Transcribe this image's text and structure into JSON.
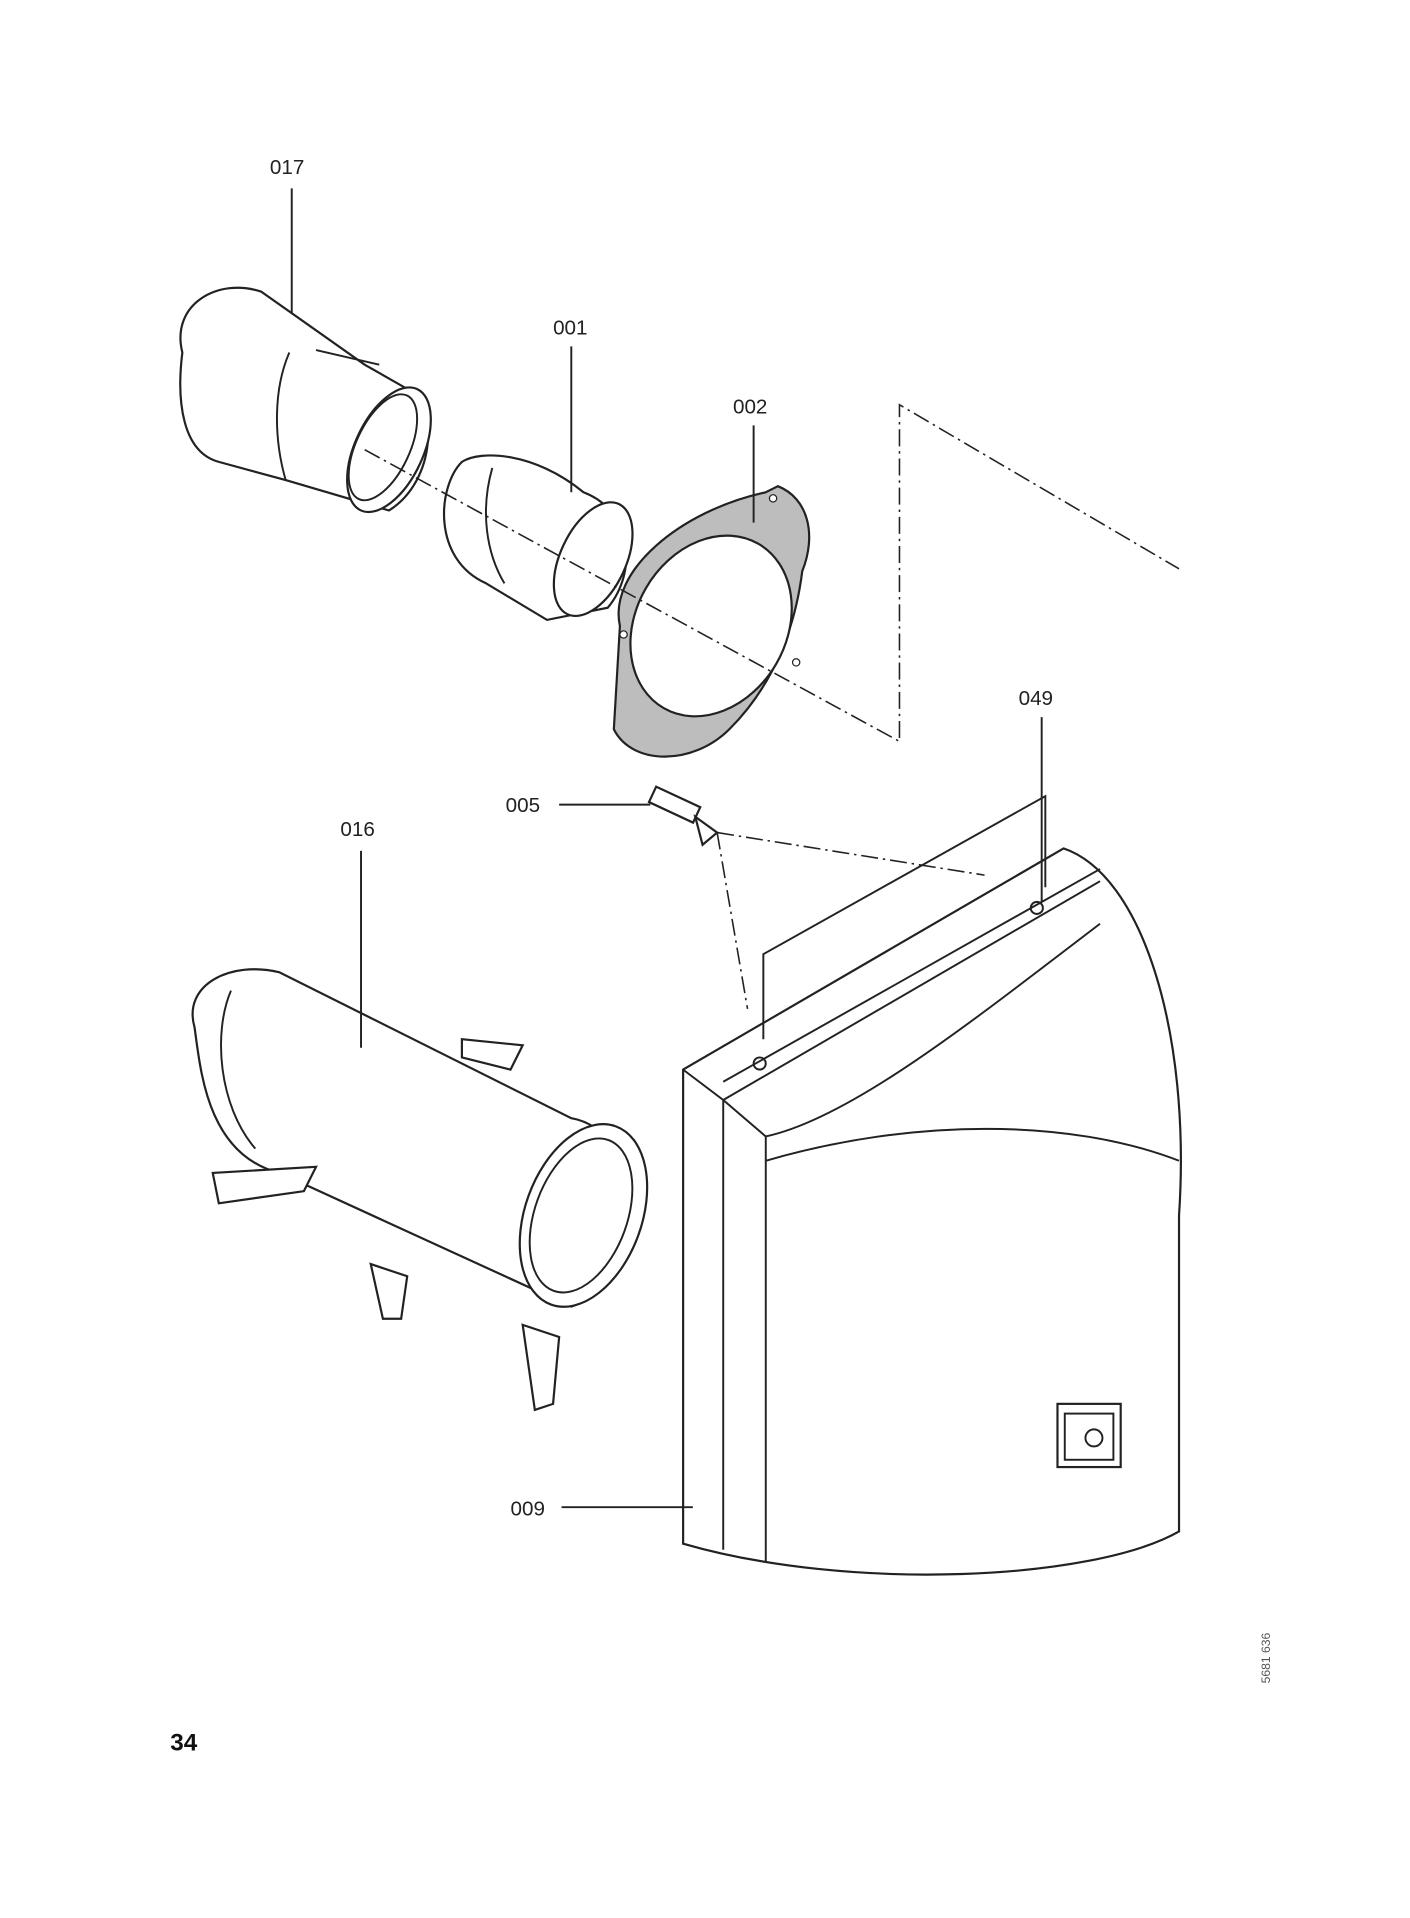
{
  "labels": {
    "p017": "017",
    "p001": "001",
    "p002": "002",
    "p049": "049",
    "p005": "005",
    "p016": "016",
    "p009": "009"
  },
  "drawing_code": "5681 636",
  "page_number": "34"
}
